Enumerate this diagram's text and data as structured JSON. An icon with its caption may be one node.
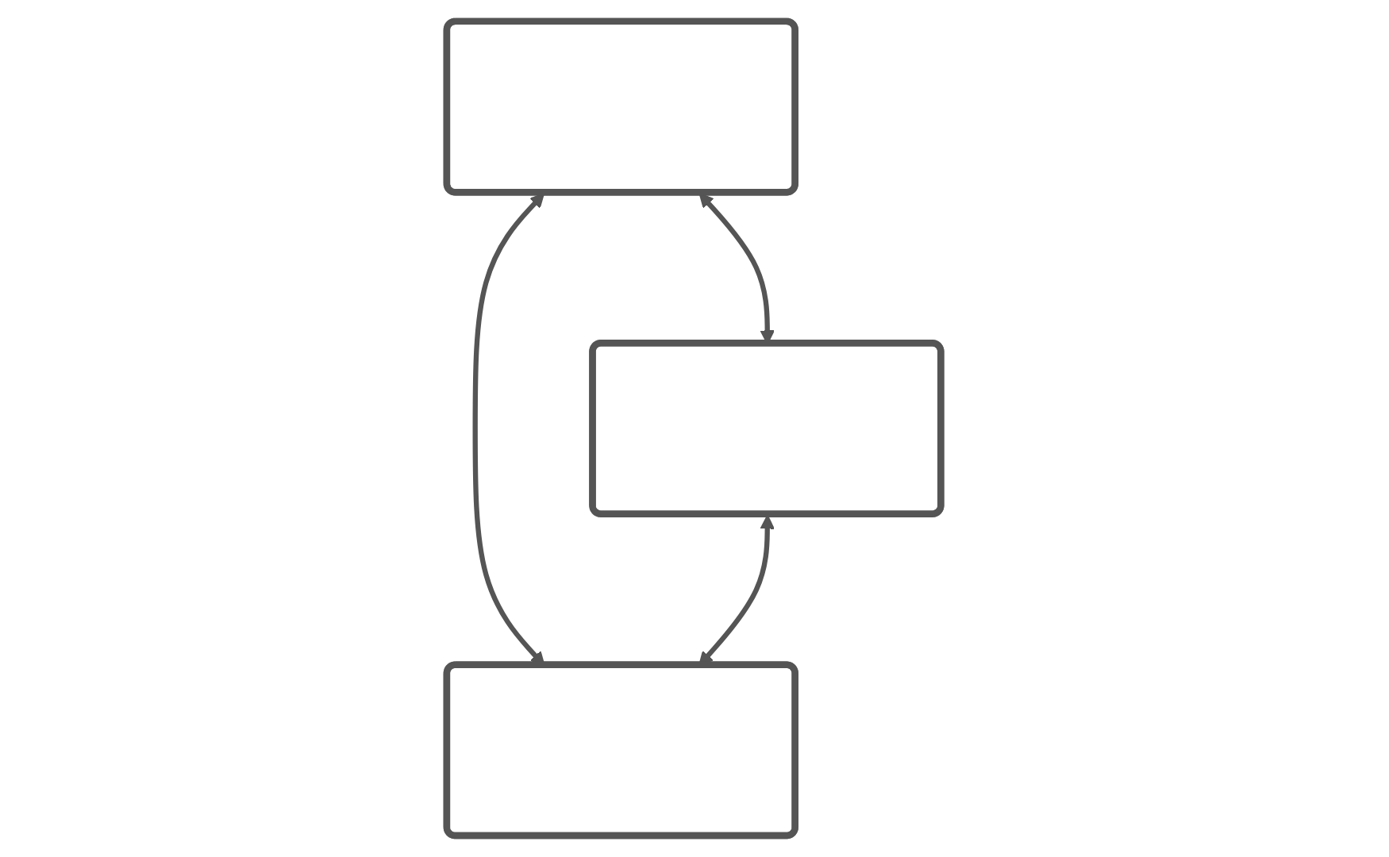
{
  "diagram": {
    "nodes": [
      {
        "text": [],
        "shape": "box"
      },
      {
        "text": [],
        "shape": "box"
      },
      {
        "text": [],
        "shape": "box"
      }
    ],
    "edges": [
      {
        "from": 0,
        "to": 1,
        "arrow": "both"
      },
      {
        "from": 0,
        "to": 2,
        "arrow": "both"
      },
      {
        "from": 1,
        "to": 2,
        "arrow": "both"
      }
    ]
  }
}
